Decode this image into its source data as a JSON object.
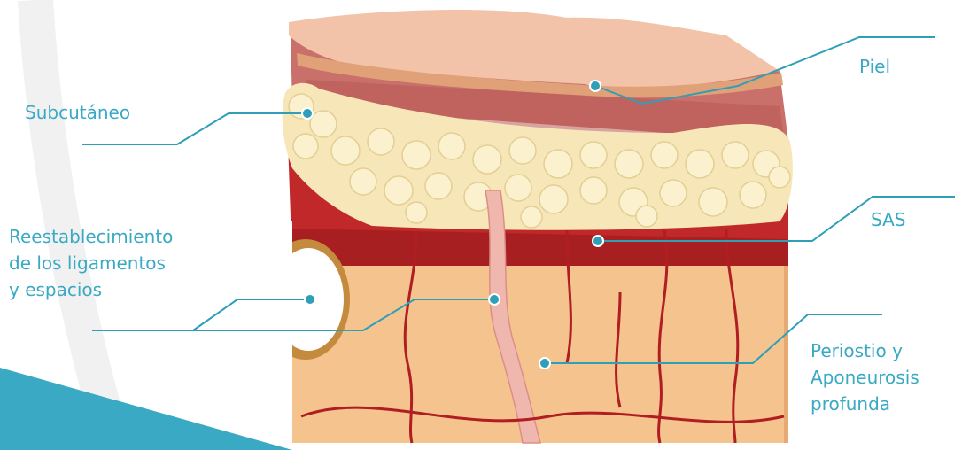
{
  "colors": {
    "label_text": "#3aa9c4",
    "leader_line": "#2f9fb8",
    "accent_shape": "#3aa9c4",
    "skin_top": "#f2c3a8",
    "dermis": "#c9706a",
    "fat": "#f7e7b8",
    "muscle": "#c0282a",
    "deep_layer": "#f5c38e",
    "vessel": "#b01e22",
    "ligament": "#f0b7ae"
  },
  "labels": {
    "piel": "Piel",
    "subcutaneo": "Subcutáneo",
    "sas": "SAS",
    "reestablecimiento": [
      "Reestablecimiento",
      "de los ligamentos",
      "y espacios"
    ],
    "periostio": [
      "Periostio y",
      "Aponeurosis",
      "profunda"
    ]
  }
}
